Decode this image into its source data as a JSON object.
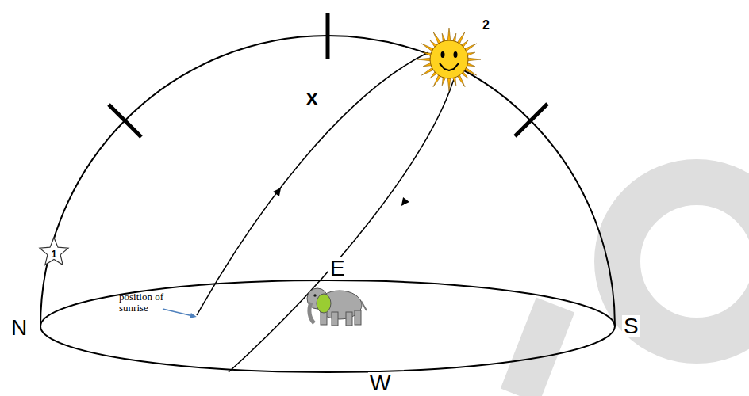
{
  "diagram": {
    "nodes": [
      {
        "text": [
          "1"
        ]
      },
      {
        "text": [
          "2"
        ]
      }
    ],
    "labels": [
      "x",
      "position of sunrise",
      "N",
      "E",
      "S",
      "W"
    ]
  }
}
